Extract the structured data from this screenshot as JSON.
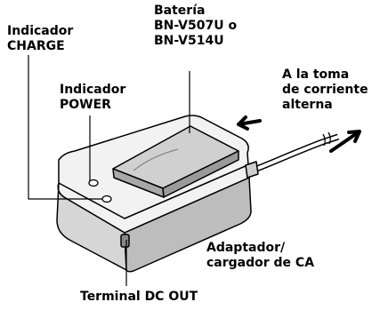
{
  "labels": {
    "battery": "Batería\nBN-V507U o\nBN-V514U",
    "charge_indicator": "Indicador\nCHARGE",
    "power_indicator": "Indicador\nPOWER",
    "ac_outlet": "A la toma\nde corriente\nalterna",
    "adapter": "Adaptador/\ncargador de CA",
    "dc_terminal": "Terminal DC OUT"
  }
}
